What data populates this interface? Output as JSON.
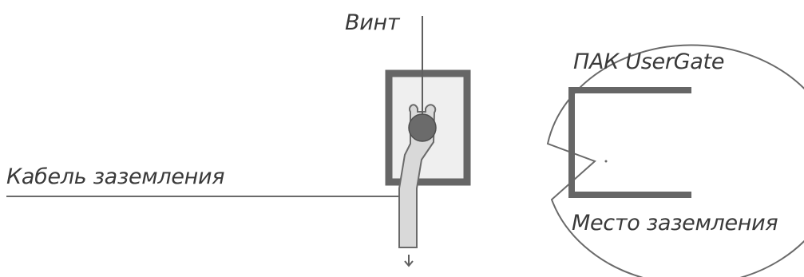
{
  "labels": {
    "screw": "Винт",
    "device": "ПАК UserGate",
    "cable": "Кабель заземления",
    "ground_point": "Место заземления"
  },
  "colors": {
    "line": "#5f5f5f",
    "text": "#3a3a3a",
    "plate_border": "#666666",
    "plate_fill": "#efefef",
    "lug_fill": "#d9d9d9",
    "screw_fill": "#6b6b6b"
  }
}
